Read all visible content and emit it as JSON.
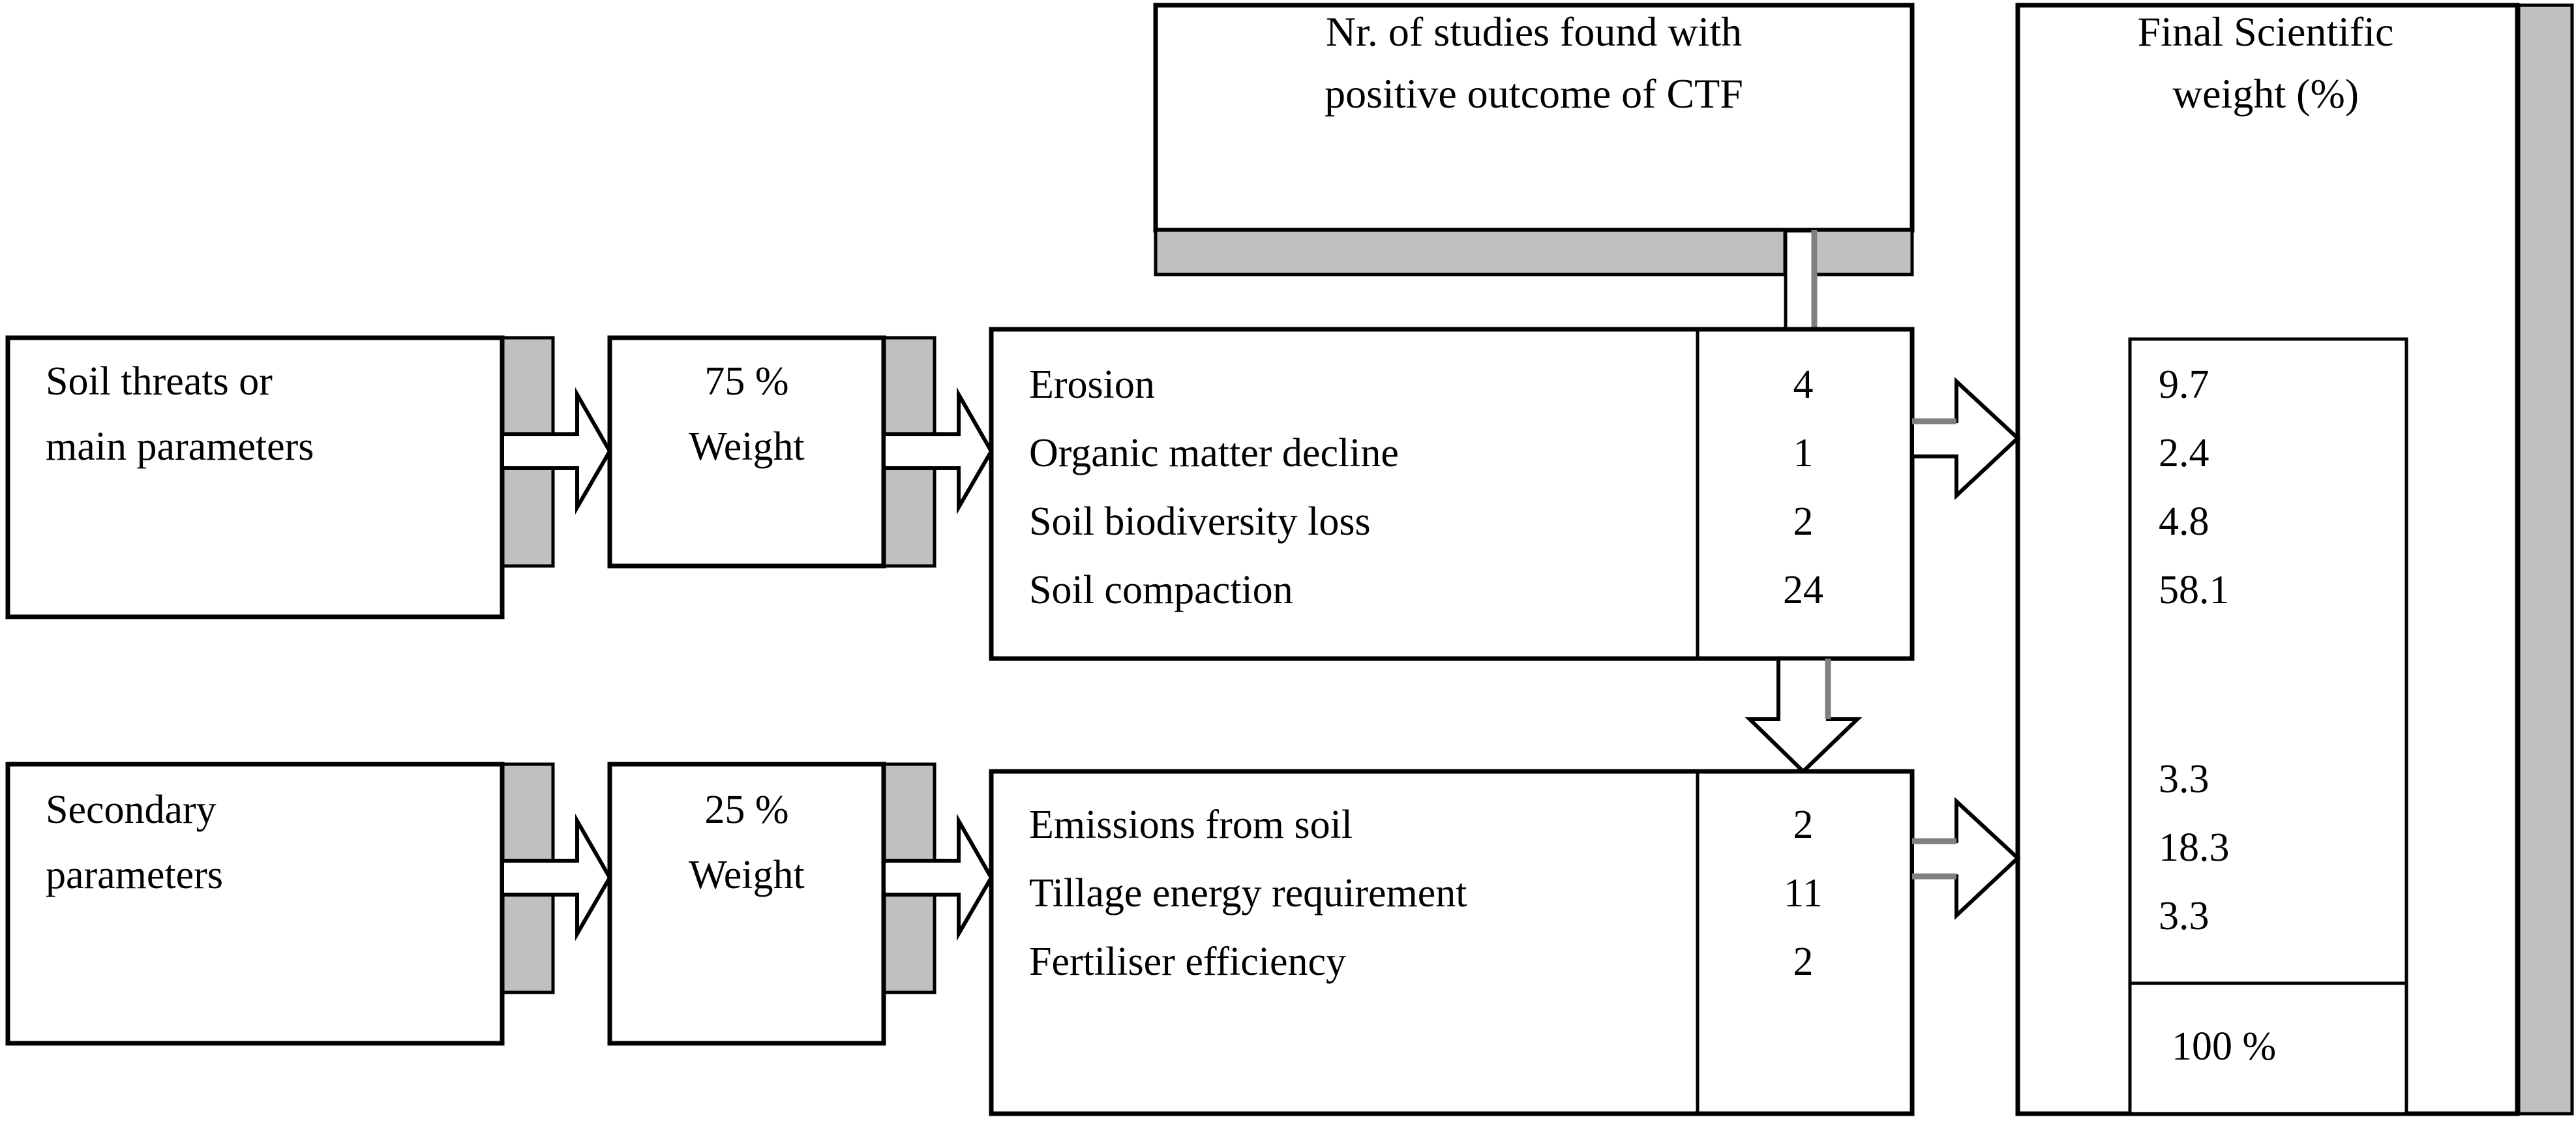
{
  "figure": {
    "kind": "flow-diagram",
    "background_color": "#ffffff",
    "shadow_color": "#c0c0c0",
    "line_color": "#000000"
  },
  "headers": {
    "studies": {
      "line1": "Nr. of studies found with",
      "line2": "positive outcome of CTF"
    },
    "final_weight": {
      "line1": "Final Scientific",
      "line2": "weight (%)"
    }
  },
  "inputs": {
    "primary": {
      "line1": "Soil threats or",
      "line2": "main parameters"
    },
    "secondary": {
      "line1": "Secondary",
      "line2": "parameters"
    }
  },
  "weights": {
    "primary": {
      "line1": "75 %",
      "line2": "Weight"
    },
    "secondary": {
      "line1": "25 %",
      "line2": "Weight"
    }
  },
  "main_table": {
    "rows": [
      {
        "parameter": "Erosion",
        "studies": "4",
        "final_weight": "9.7"
      },
      {
        "parameter": "Organic matter decline",
        "studies": "1",
        "final_weight": "2.4"
      },
      {
        "parameter": "Soil biodiversity loss",
        "studies": "2",
        "final_weight": "4.8"
      },
      {
        "parameter": "Soil compaction",
        "studies": "24",
        "final_weight": "58.1"
      }
    ]
  },
  "secondary_table": {
    "rows": [
      {
        "parameter": "Emissions from soil",
        "studies": "2",
        "final_weight": "3.3"
      },
      {
        "parameter": "Tillage energy requirement",
        "studies": "11",
        "final_weight": "18.3"
      },
      {
        "parameter": "Fertiliser efficiency",
        "studies": "2",
        "final_weight": "3.3"
      }
    ]
  },
  "total": {
    "label": "100 %"
  }
}
